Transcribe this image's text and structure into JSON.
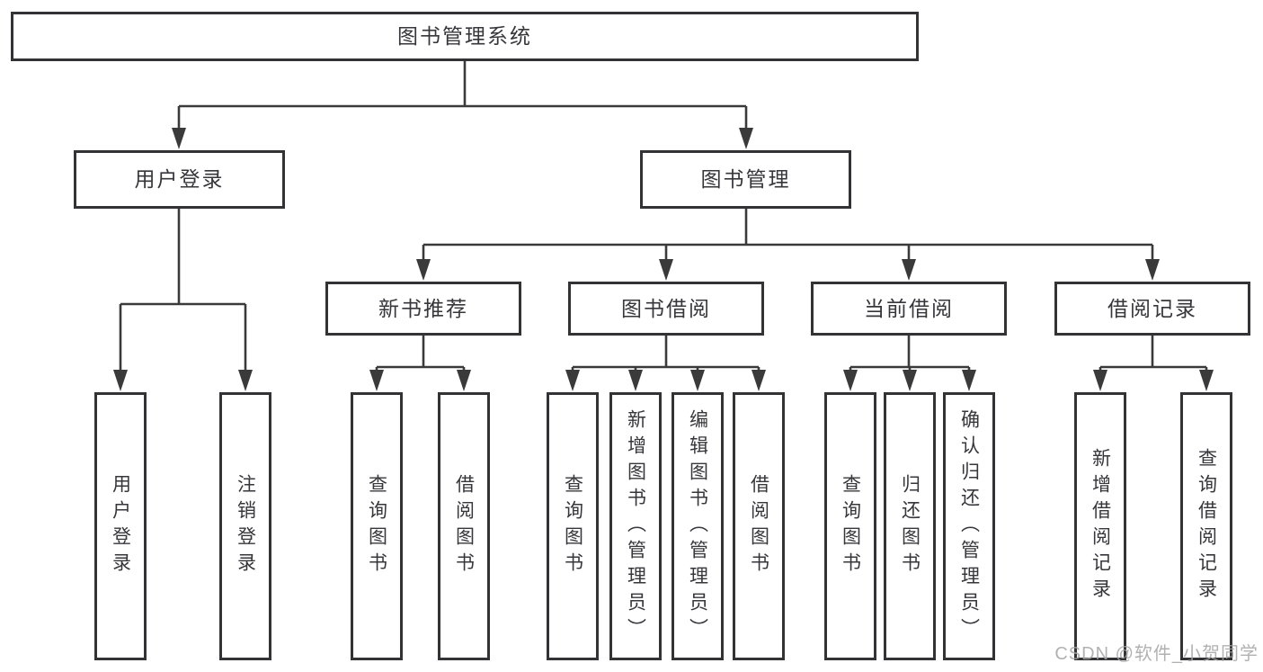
{
  "diagram": {
    "root": {
      "label": "图书管理系统"
    },
    "branches": {
      "user_login": {
        "label": "用户登录",
        "children": {
          "login": {
            "label": "用户登录"
          },
          "logout": {
            "label": "注销登录"
          }
        }
      },
      "book_mgmt": {
        "label": "图书管理",
        "children": {
          "new_book_rec": {
            "label": "新书推荐",
            "children": {
              "query_books": {
                "label": "查询图书"
              },
              "borrow_books": {
                "label": "借阅图书"
              }
            }
          },
          "book_borrow": {
            "label": "图书借阅",
            "children": {
              "query_books": {
                "label": "查询图书"
              },
              "add_books": {
                "label": "新增图书（管理员）"
              },
              "edit_books": {
                "label": "编辑图书（管理员）"
              },
              "borrow_books": {
                "label": "借阅图书"
              }
            }
          },
          "current_borrow": {
            "label": "当前借阅",
            "children": {
              "query_books": {
                "label": "查询图书"
              },
              "return_books": {
                "label": "归还图书"
              },
              "confirm_return": {
                "label": "确认归还（管理员）"
              }
            }
          },
          "borrow_records": {
            "label": "借阅记录",
            "children": {
              "add_record": {
                "label": "新增借阅记录"
              },
              "query_record": {
                "label": "查询借阅记录"
              }
            }
          }
        }
      }
    }
  },
  "watermark": {
    "text": "CSDN @软件_小贺同学"
  },
  "colors": {
    "line": "#3a3a3a",
    "border": "#333336",
    "text": "#36363b",
    "watermark": "#a4a4a4",
    "background": "#ffffff"
  }
}
